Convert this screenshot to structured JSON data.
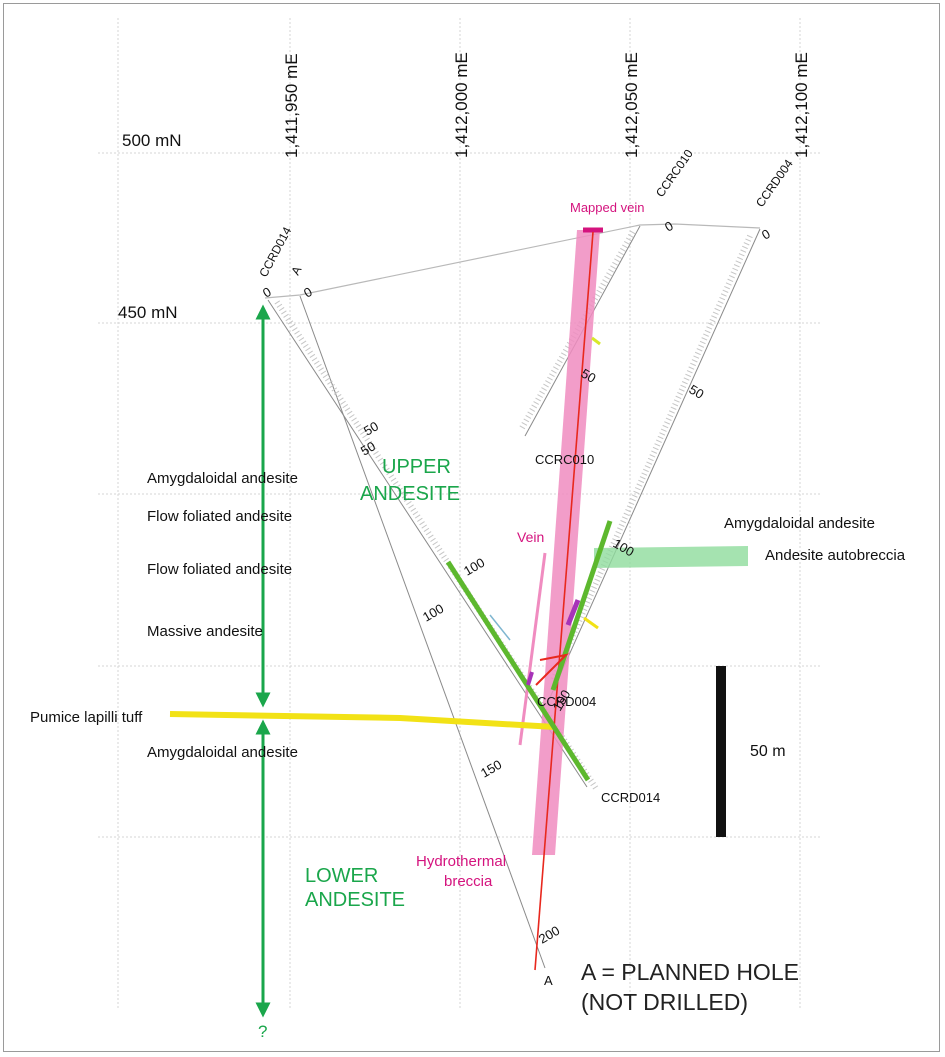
{
  "eastings": [
    "1,411,950 mE",
    "1,412,000 mE",
    "1,412,050 mE",
    "1,412,100 mE"
  ],
  "northings": [
    "500 mN",
    "450 mN"
  ],
  "holes": {
    "ccrd014": {
      "name": "CCRD014",
      "start": "0",
      "d50": "50",
      "d100": "100",
      "end_label": "CCRD014"
    },
    "planned": {
      "name": "A",
      "start": "0",
      "d50": "50",
      "d100": "100",
      "d150": "150",
      "d200": "200",
      "end_label": "A"
    },
    "ccrc010": {
      "name": "CCRC010",
      "start": "0",
      "d50": "50",
      "end_label": "CCRC010"
    },
    "ccrd004": {
      "name": "CCRD004",
      "start": "0",
      "d50": "50",
      "d100": "100",
      "d150": "150",
      "end_label": "CCRD004"
    }
  },
  "annotations": {
    "mapped_vein": "Mapped vein",
    "vein": "Vein",
    "hydro_line1": "Hydrothermal",
    "hydro_line2": "breccia"
  },
  "units": {
    "upper_line1": "UPPER",
    "upper_line2": "ANDESITE",
    "lower_line1": "LOWER",
    "lower_line2": "ANDESITE",
    "question": "?"
  },
  "lithology_left": [
    "Amygdaloidal andesite",
    "Flow foliated andesite",
    "Flow foliated andesite",
    "Massive andesite",
    "Pumice lapilli tuff",
    "Amygdaloidal andesite"
  ],
  "lithology_right": [
    "Amygdaloidal andesite",
    "Andesite autobreccia"
  ],
  "scale_bar": "50 m",
  "note_line1": "A = PLANNED HOLE",
  "note_line2": "(NOT DRILLED)",
  "colors": {
    "grid": "#d6d6d6",
    "green": "#1aa64b",
    "magenta": "#e0218a",
    "vein_fill": "#f08cc0",
    "red": "#e8281e",
    "yellow": "#f2e216",
    "interval_green": "#5db82e",
    "light_green": "#8fdc9c",
    "purple": "#a733b8"
  }
}
